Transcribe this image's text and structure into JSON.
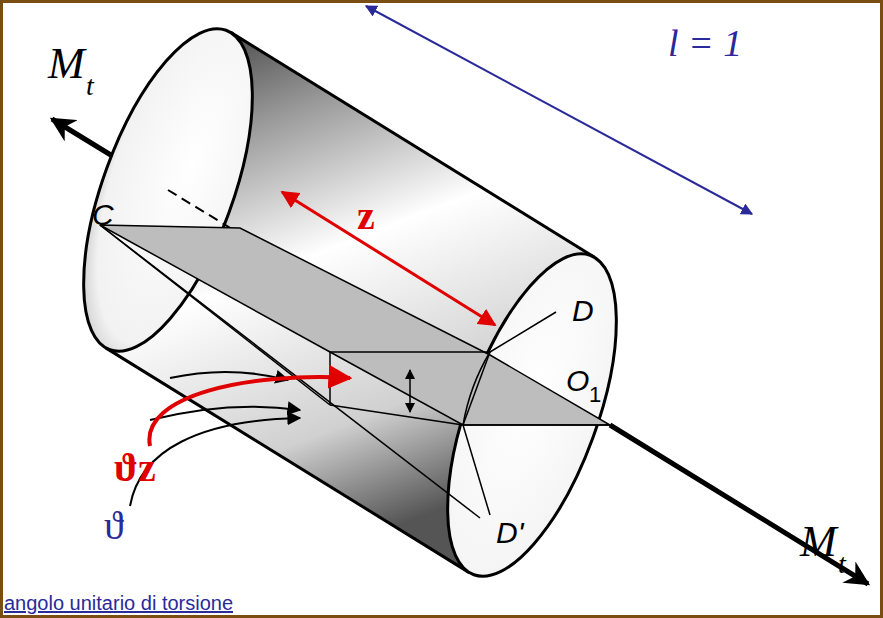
{
  "diagram": {
    "labels": [
      "M",
      "t",
      "l = 1",
      "C",
      "z",
      "D",
      "O",
      "1",
      "ϑz",
      "ϑ",
      "D'",
      "M",
      "t",
      "angolo unitario di torsione"
    ]
  }
}
